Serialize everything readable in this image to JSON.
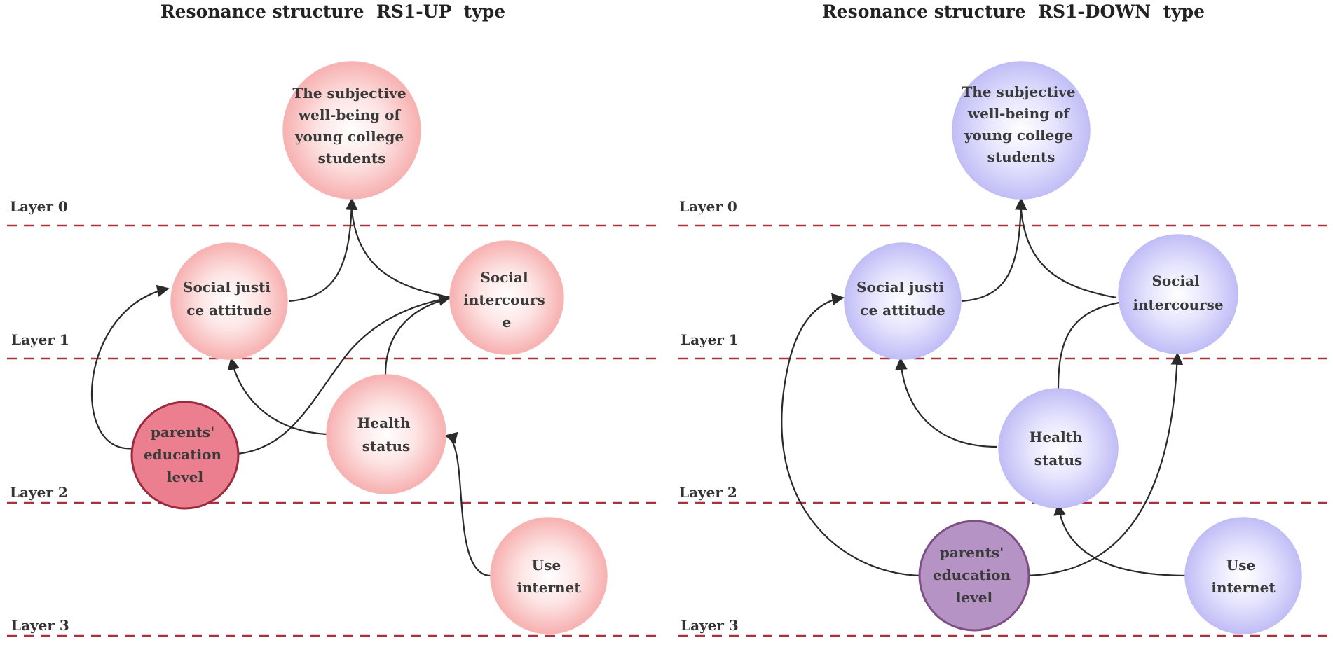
{
  "colors": {
    "up_node": "#f6a6a6",
    "up_highlight": "#e57a8a",
    "down_node": "#b9b6f5",
    "down_highlight": "#b593c4",
    "layer_line": "#a8323e",
    "edge": "#2a2a2a"
  },
  "panels": [
    {
      "id": "up",
      "title": "Resonance structure  RS1-UP  type",
      "layers": [
        "Layer 0",
        "Layer 1",
        "Layer 2",
        "Layer 3"
      ],
      "nodes": {
        "swb": [
          "The subjective",
          "well-being of",
          "young college",
          "students"
        ],
        "sja": [
          "Social justi",
          "ce attitude"
        ],
        "si": [
          "Social",
          "intercours",
          "e"
        ],
        "health": [
          "Health",
          "status"
        ],
        "parents": [
          "parents'",
          "education",
          "level"
        ],
        "internet": [
          "Use",
          "internet"
        ]
      }
    },
    {
      "id": "down",
      "title": "Resonance structure  RS1-DOWN  type",
      "layers": [
        "Layer 0",
        "Layer 1",
        "Layer 2",
        "Layer 3"
      ],
      "nodes": {
        "swb": [
          "The subjective",
          "well-being of",
          "young college",
          "students"
        ],
        "sja": [
          "Social justi",
          "ce attitude"
        ],
        "si": [
          "Social",
          "intercourse"
        ],
        "health": [
          "Health",
          "status"
        ],
        "parents": [
          "parents'",
          "education",
          "level"
        ],
        "internet": [
          "Use",
          "internet"
        ]
      }
    }
  ]
}
